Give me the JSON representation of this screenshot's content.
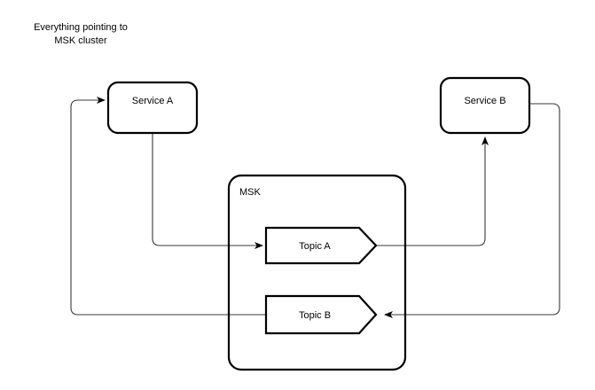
{
  "diagram": {
    "title_note": "Everything pointing to\nMSK cluster",
    "colors": {
      "background": "#ffffff",
      "shape_stroke": "#000000",
      "shape_fill": "#ffffff",
      "edge_stroke": "#3a3a3a",
      "text": "#000000"
    },
    "nodes": [
      {
        "id": "service-a",
        "label": "Service A",
        "shape": "rounded-rectangle"
      },
      {
        "id": "service-b",
        "label": "Service B",
        "shape": "rounded-rectangle"
      },
      {
        "id": "msk",
        "label": "MSK",
        "shape": "rounded-rectangle-container"
      },
      {
        "id": "topic-a",
        "label": "Topic A",
        "shape": "pentagon-arrow"
      },
      {
        "id": "topic-b",
        "label": "Topic B",
        "shape": "pentagon-arrow"
      }
    ],
    "edges": [
      {
        "id": "edge-service-a-to-topic-a",
        "from": "Service A",
        "to": "Topic A",
        "arrow": "target"
      },
      {
        "id": "edge-topic-a-to-service-b",
        "from": "Topic A",
        "to": "Service B",
        "arrow": "target"
      },
      {
        "id": "edge-service-b-to-topic-b",
        "from": "Service B",
        "to": "Topic B",
        "arrow": "target"
      },
      {
        "id": "edge-topic-b-to-service-a",
        "from": "Topic B",
        "to": "Service A",
        "arrow": "target"
      }
    ]
  }
}
